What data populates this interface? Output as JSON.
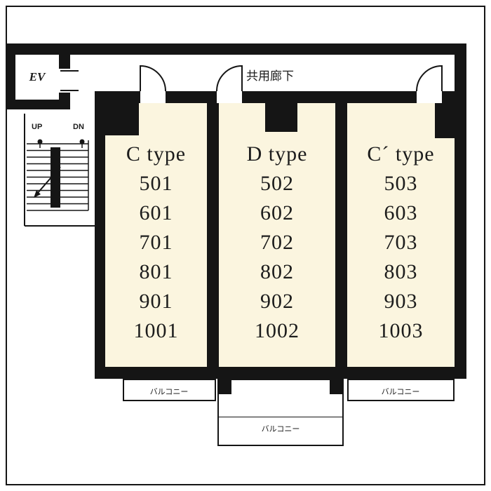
{
  "labels": {
    "elevator": "EV",
    "up": "UP",
    "down": "DN",
    "corridor": "共用廊下",
    "balcony_left": "バルコニー",
    "balcony_center": "バルコニー",
    "balcony_right": "バルコニー"
  },
  "units": [
    {
      "id": "c",
      "type": "C type",
      "rooms": [
        "501",
        "601",
        "701",
        "801",
        "901",
        "1001"
      ]
    },
    {
      "id": "d",
      "type": "D type",
      "rooms": [
        "502",
        "602",
        "702",
        "802",
        "902",
        "1002"
      ]
    },
    {
      "id": "c-prime",
      "type": "C´ type",
      "rooms": [
        "503",
        "603",
        "703",
        "803",
        "903",
        "1003"
      ]
    }
  ],
  "colors": {
    "wall": "#151515",
    "unit_fill": "#FBF5DF",
    "background": "#FFFFFF",
    "line": "#151515"
  }
}
